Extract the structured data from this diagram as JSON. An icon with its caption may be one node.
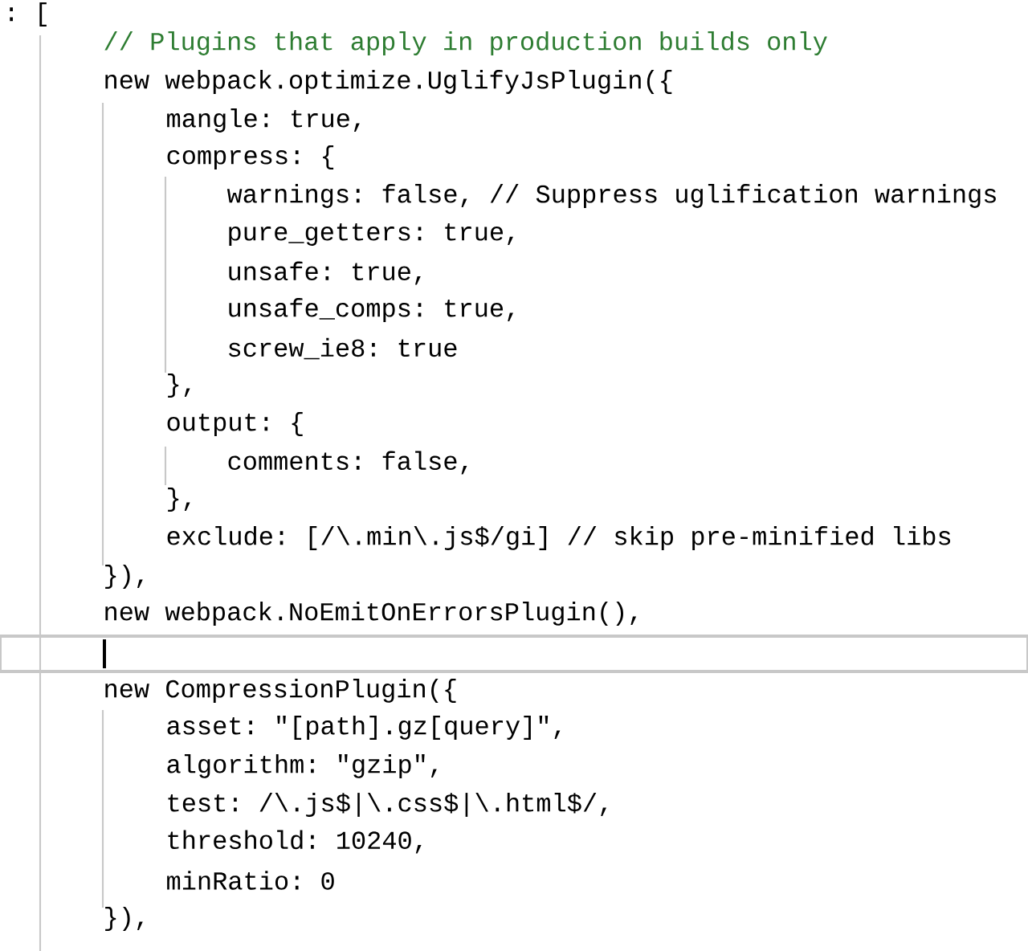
{
  "diagram": {
    "labels": [
      ": [",
      "// Plugins that apply in production builds only",
      "new webpack.optimize.UglifyJsPlugin({",
      "mangle: true,",
      "compress: {",
      "warnings: false, // Suppress uglification warnings",
      "pure_getters: true,",
      "unsafe: true,",
      "unsafe_comps: true,",
      "screw_ie8: true",
      "},",
      "output: {",
      "comments: false,",
      "},",
      "exclude: [/\\.min\\.js$/gi] // skip pre-minified libs",
      "}),",
      "new webpack.NoEmitOnErrorsPlugin(),",
      "new CompressionPlugin({",
      "asset: \"[path].gz[query]\",",
      "algorithm: \"gzip\",",
      "test: /\\.js$|\\.css$|\\.html$/,",
      "threshold: 10240,",
      "minRatio: 0",
      "}),"
    ]
  }
}
